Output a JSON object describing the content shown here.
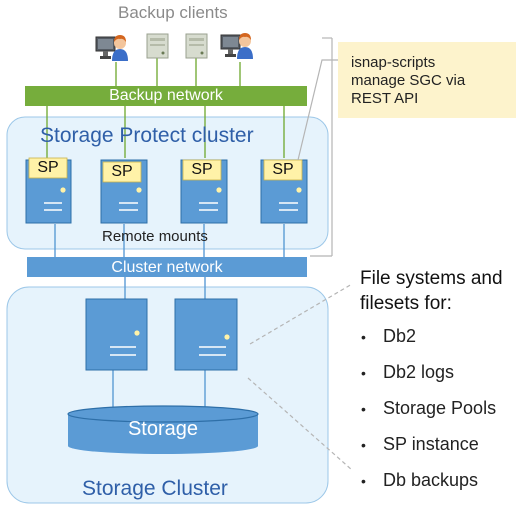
{
  "clients_label": "Backup clients",
  "backup_network_label": "Backup network",
  "sp_cluster_label": "Storage Protect cluster",
  "sp_badge": "SP",
  "remote_mounts_label": "Remote mounts",
  "cluster_network_label": "Cluster network",
  "storage_label": "Storage",
  "storage_cluster_label": "Storage Cluster",
  "note": {
    "lines": [
      "isnap-scripts",
      "manage SGC via",
      "REST API"
    ]
  },
  "filesystems": {
    "title_lines": [
      "File systems and",
      "filesets for:"
    ],
    "items": [
      "Db2",
      "Db2 logs",
      "Storage Pools",
      "SP instance",
      "Db backups"
    ]
  },
  "colors": {
    "backup_network": "#76ad3c",
    "cluster_network": "#5b9bd5",
    "server": "#5b9bd5",
    "cluster_panel": "#e6f3fc",
    "cluster_panel_border": "#9cc7e8",
    "sp_badge": "#fff2a8",
    "note_bg": "#fdf3cc",
    "title_blue": "#2f5fa8"
  }
}
